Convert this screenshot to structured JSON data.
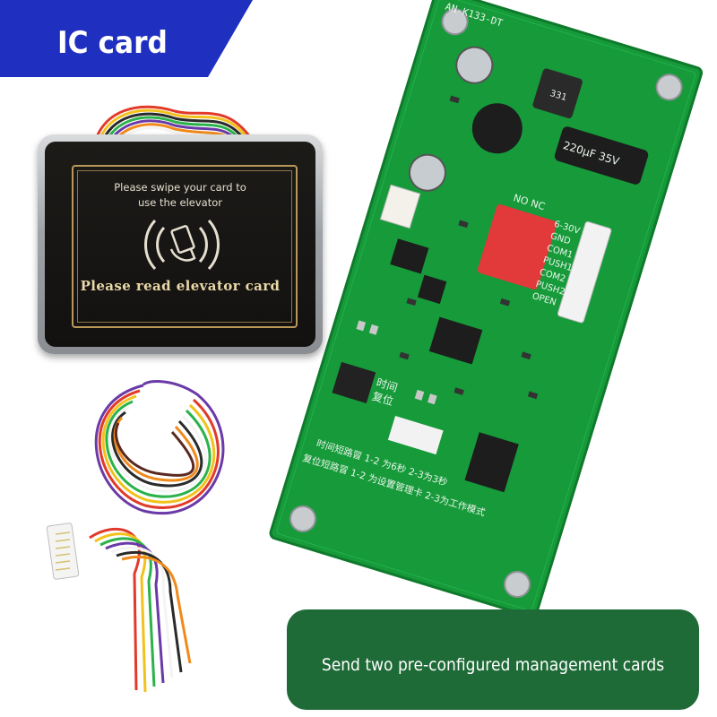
{
  "header": {
    "title": "IC card"
  },
  "reader": {
    "instruction_line1": "Please swipe your card to",
    "instruction_line2": "use the elevator",
    "label": "Please read elevator card"
  },
  "pcb": {
    "model": "AN-K133-DT",
    "terminals": [
      "6-30V",
      "GND",
      "COM1",
      "PUSH1",
      "COM2",
      "PUSH2",
      "OPEN"
    ],
    "relay_labels": "NO NC",
    "capacitor": "220μF 35V",
    "inductor": "331",
    "jumper_label_1": "时间",
    "jumper_label_2": "复位",
    "header_label": "时间短路冒 1-2 为6秒 2-3为3秒",
    "footer_label": "复位短路冒 1-2 为设置管理卡 2-3为工作模式"
  },
  "footer": {
    "caption": "Send two pre-configured management cards"
  },
  "colors": {
    "ribbon": "#1f2fbf",
    "banner": "#1f6b38",
    "pcb": "#169a3a"
  }
}
